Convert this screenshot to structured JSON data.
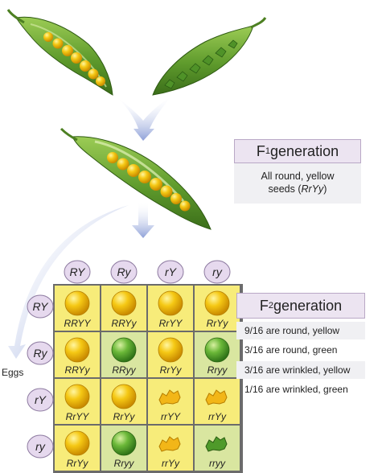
{
  "f1": {
    "title_main": "F",
    "title_sub": "1",
    "title_rest": " generation",
    "desc_line1": "All round, yellow",
    "desc_line2_pre": "seeds (",
    "desc_genotype": "RrYy",
    "desc_line2_post": ")"
  },
  "f2": {
    "title_main": "F",
    "title_sub": "2",
    "title_rest": " generation",
    "ratios": [
      "9/16 are round, yellow",
      "3/16 are round, green",
      "3/16 are wrinkled, yellow",
      "1/16 are wrinkled, green"
    ]
  },
  "eggs_label": "Eggs",
  "punnett": {
    "top_alleles": [
      "RY",
      "Ry",
      "rY",
      "ry"
    ],
    "side_alleles": [
      "RY",
      "Ry",
      "rY",
      "ry"
    ],
    "cells": [
      [
        {
          "g": "RRYY",
          "seed": "round-yellow"
        },
        {
          "g": "RRYy",
          "seed": "round-yellow"
        },
        {
          "g": "RrYY",
          "seed": "round-yellow"
        },
        {
          "g": "RrYy",
          "seed": "round-yellow"
        }
      ],
      [
        {
          "g": "RRYy",
          "seed": "round-yellow"
        },
        {
          "g": "RRyy",
          "seed": "round-green"
        },
        {
          "g": "RrYy",
          "seed": "round-yellow"
        },
        {
          "g": "Rryy",
          "seed": "round-green"
        }
      ],
      [
        {
          "g": "RrYY",
          "seed": "round-yellow"
        },
        {
          "g": "RrYy",
          "seed": "round-yellow"
        },
        {
          "g": "rrYY",
          "seed": "wrinkled-yellow"
        },
        {
          "g": "rrYy",
          "seed": "wrinkled-yellow"
        }
      ],
      [
        {
          "g": "RrYy",
          "seed": "round-yellow"
        },
        {
          "g": "Rryy",
          "seed": "round-green"
        },
        {
          "g": "rrYy",
          "seed": "wrinkled-yellow"
        },
        {
          "g": "rryy",
          "seed": "wrinkled-green"
        }
      ]
    ]
  },
  "colors": {
    "pod_green": "#5e9a2c",
    "seed_yellow": "#f2c20a",
    "seed_green": "#5fae2e",
    "punnett_yellow": "#f7ec7a",
    "punnett_green": "#d9e6a0",
    "allele_circle": "#e6d9ee",
    "arrow_blue": "#98a9dc",
    "panel_header": "#ece4f1"
  }
}
